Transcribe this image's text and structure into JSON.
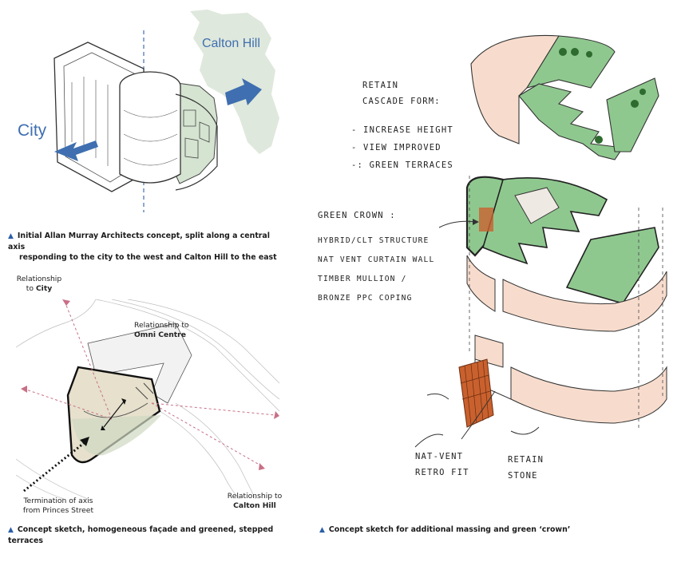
{
  "colors": {
    "accent_blue": "#3f6fb0",
    "caption_triangle": "#2a5ea8",
    "green": "#8fc88f",
    "pink": "#f7d9cc",
    "axis_pink": "#c96f86",
    "copper": "#c9612e"
  },
  "sketch1": {
    "label_city": "City",
    "label_calton": "Calton Hill",
    "caption_line1": "Initial Allan Murray Architects concept, split along a central axis",
    "caption_line2": "responding to the city to the west and Calton Hill to the east"
  },
  "sketch2": {
    "rel_city_line1": "Relationship",
    "rel_city_line2_prefix": "to ",
    "rel_city_line2_bold": "City",
    "rel_omni_line1": "Relationship to",
    "rel_omni_line2": "Omni Centre",
    "termination_line1": "Termination of axis",
    "termination_line2": "from Princes Street",
    "rel_calton_line1": "Relationship to",
    "rel_calton_line2": "Calton Hill",
    "caption": "Concept sketch, homogeneous façade and greened, stepped terraces"
  },
  "sketch3": {
    "retain_cascade": [
      "RETAIN",
      "CASCADE FORM:"
    ],
    "bullets": [
      "- INCREASE HEIGHT",
      "- VIEW IMPROVED",
      "-: GREEN TERRACES"
    ],
    "green_crown": "GREEN CROWN :",
    "notes": [
      "HYBRID/CLT STRUCTURE",
      "NAT VENT CURTAIN WALL",
      "TIMBER MULLION /",
      "BRONZE PPC COPING"
    ],
    "nat_vent": [
      "NAT-VENT",
      "RETRO FIT"
    ],
    "retain_stone": [
      "RETAIN",
      "STONE"
    ],
    "caption": "Concept sketch for additional massing and green ‘crown’"
  }
}
